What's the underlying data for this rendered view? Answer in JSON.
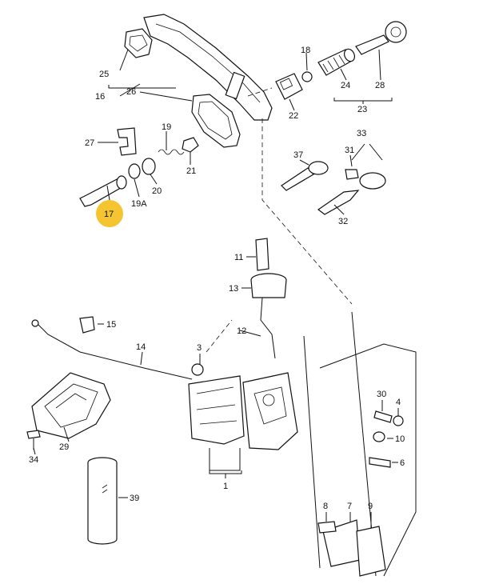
{
  "highlight_color": "#F5C431",
  "callouts": {
    "c1": "1",
    "c3": "3",
    "c4": "4",
    "c6": "6",
    "c7": "7",
    "c8": "8",
    "c9": "9",
    "c10": "10",
    "c11": "11",
    "c12": "12",
    "c13": "13",
    "c14": "14",
    "c15": "15",
    "c16": "16",
    "c17": "17",
    "c18": "18",
    "c19": "19",
    "c19a": "19A",
    "c20": "20",
    "c21": "21",
    "c22": "22",
    "c23": "23",
    "c24": "24",
    "c25": "25",
    "c26": "26",
    "c27": "27",
    "c28": "28",
    "c29": "29",
    "c30": "30",
    "c31": "31",
    "c32": "32",
    "c33": "33",
    "c34": "34",
    "c37": "37",
    "c39": "39"
  }
}
